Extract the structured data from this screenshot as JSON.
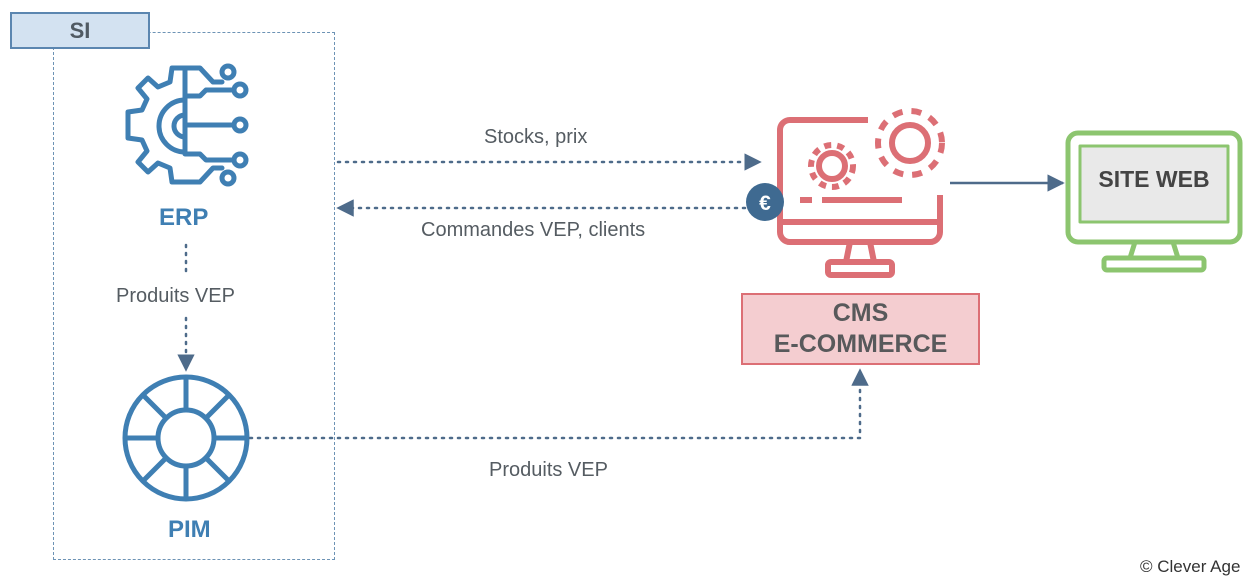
{
  "si": {
    "label": "SI"
  },
  "nodes": {
    "erp": {
      "label": "ERP",
      "icon": "gear-circuit-icon"
    },
    "pim": {
      "label": "PIM",
      "icon": "wheel-icon"
    },
    "cms": {
      "line1": "CMS",
      "line2": "E-COMMERCE",
      "icon": "monitor-gears-icon",
      "badge": "€"
    },
    "site": {
      "label": "SITE WEB",
      "icon": "monitor-icon"
    }
  },
  "flows": {
    "erp_to_pim": "Produits VEP",
    "erp_to_cms": "Stocks, prix",
    "cms_to_erp": "Commandes VEP, clients",
    "pim_to_cms": "Produits VEP"
  },
  "colors": {
    "blue": "#3f7fb3",
    "red": "#dc6f75",
    "green": "#8cc56f",
    "arrow": "#4e6b8a"
  },
  "credit": "© Clever Age"
}
